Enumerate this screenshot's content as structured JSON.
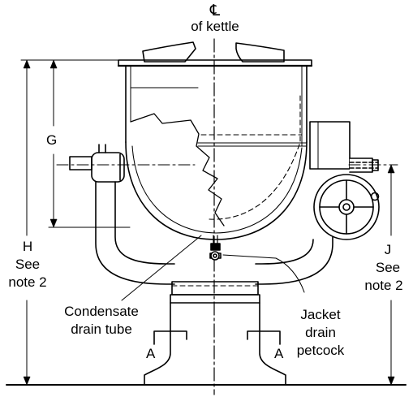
{
  "centerline": {
    "symbol": "℄",
    "caption": "of kettle"
  },
  "dimensions": {
    "g": "G",
    "h": "H",
    "h_note_1": "See",
    "h_note_2": "note 2",
    "j": "J",
    "j_note_1": "See",
    "j_note_2": "note 2"
  },
  "callouts": {
    "condensate_1": "Condensate",
    "condensate_2": "drain tube",
    "jacket_1": "Jacket",
    "jacket_2": "drain",
    "jacket_3": "petcock"
  },
  "section": {
    "left": "A",
    "right": "A"
  }
}
